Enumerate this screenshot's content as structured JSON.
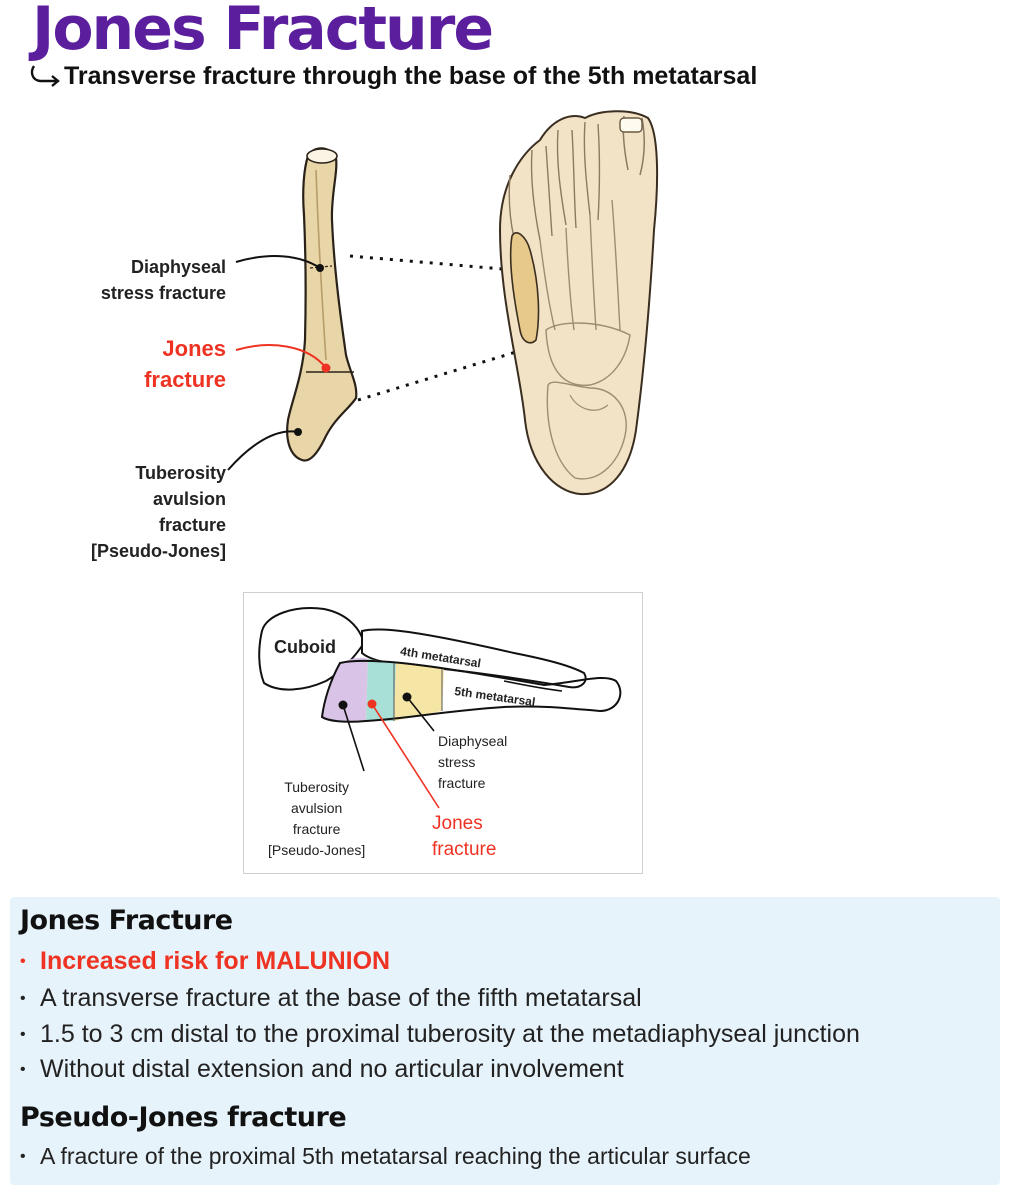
{
  "header": {
    "title": "Jones Fracture",
    "subtitle": "Transverse fracture through the base of the 5th metatarsal"
  },
  "figure": {
    "labels": {
      "diaphyseal_line1": "Diaphyseal",
      "diaphyseal_line2": "stress fracture",
      "jones_line1": "Jones",
      "jones_line2": "fracture",
      "tuberosity_line1": "Tuberosity",
      "tuberosity_line2": "avulsion",
      "tuberosity_line3": "fracture",
      "tuberosity_line4": "[Pseudo-Jones]"
    }
  },
  "inset": {
    "cuboid": "Cuboid",
    "metatarsal4": "4th metatarsal",
    "metatarsal5": "5th metatarsal",
    "diaphyseal_line1": "Diaphyseal",
    "diaphyseal_line2": "stress",
    "diaphyseal_line3": "fracture",
    "tuberosity_line1": "Tuberosity",
    "tuberosity_line2": "avulsion",
    "tuberosity_line3": "fracture",
    "tuberosity_line4": "[Pseudo-Jones]",
    "jones_line1": "Jones",
    "jones_line2": "fracture",
    "colors": {
      "tuberosity_zone": "#d9c3e6",
      "jones_zone": "#a8dfd6",
      "diaphyseal_zone": "#f6e6a6",
      "accent_red": "#ee3322"
    }
  },
  "info": {
    "heading1": "Jones Fracture",
    "bullets1": [
      "Increased risk for MALUNION",
      "A transverse fracture at the base of the fifth metatarsal",
      "1.5 to 3 cm distal to the proximal tuberosity at the metadiaphyseal junction",
      "Without distal extension and no articular involvement"
    ],
    "heading2": "Pseudo-Jones fracture",
    "bullets2": [
      "A fracture of the proximal 5th metatarsal reaching the articular surface"
    ]
  },
  "colors": {
    "title": "#5b1f9e",
    "bone": "#e8d5a8",
    "panel_bg": "#e7f3fb"
  }
}
